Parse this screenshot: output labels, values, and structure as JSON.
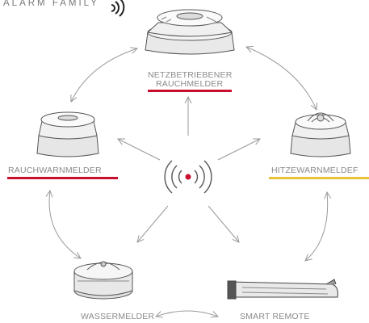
{
  "header": {
    "title": "ALARM FAMILY"
  },
  "devices": [
    {
      "id": "net",
      "lines": [
        "NETZBETRIEBENER",
        "RAUCHMELDER"
      ],
      "underline": "#c8102e"
    },
    {
      "id": "rauch",
      "lines": [
        "RAUCHWARNMELDER"
      ],
      "underline": "#c8102e"
    },
    {
      "id": "hitze",
      "lines": [
        "HITZEWARNMELDEF"
      ],
      "underline": "#e8c23a"
    },
    {
      "id": "wasser",
      "lines": [
        "WASSERMELDER"
      ]
    },
    {
      "id": "remote",
      "lines": [
        "SMART REMOTE"
      ]
    }
  ],
  "colors": {
    "accent_red": "#c8102e",
    "accent_yellow": "#e8c23a",
    "line_gray": "#9a9a9a"
  },
  "icons": [
    "wireless-signal-icon",
    "smoke-detector-icon",
    "heat-detector-icon",
    "water-detector-icon",
    "smart-remote-icon",
    "hub-signal-icon"
  ]
}
